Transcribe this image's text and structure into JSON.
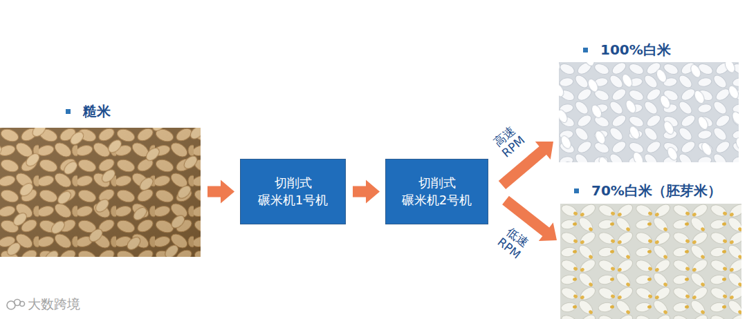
{
  "diagram": {
    "nodes": [
      {
        "text": [
          "糙米"
        ]
      },
      {
        "text": [
          "切削式 碾米机1号机"
        ]
      },
      {
        "text": [
          "切削式 碾米机2号机"
        ]
      },
      {
        "text": [
          "100%白米"
        ]
      },
      {
        "text": [
          "70%白米（胚芽米）"
        ]
      }
    ],
    "edges": [
      {
        "from": 0,
        "to": 1,
        "arrow": "to"
      },
      {
        "from": 1,
        "to": 2,
        "arrow": "to"
      },
      {
        "from": 2,
        "to": 3,
        "label": "高速 RPM",
        "arrow": "to"
      },
      {
        "from": 2,
        "to": 4,
        "label": "低速 RPM",
        "arrow": "to"
      }
    ],
    "labels": [
      "大数跨境"
    ]
  }
}
